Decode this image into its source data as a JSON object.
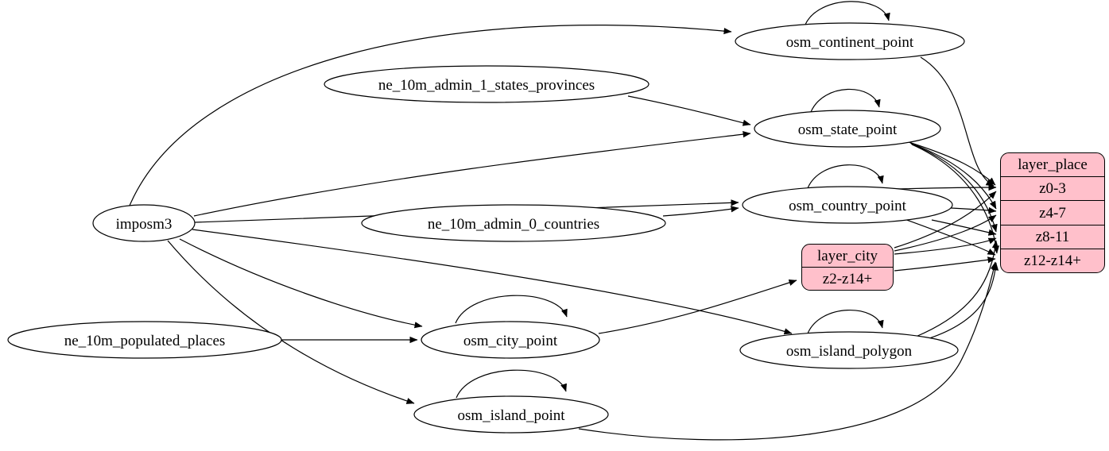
{
  "diagram": {
    "type": "etl-graph",
    "colors": {
      "background": "#FFFFFF",
      "edge_stroke": "#000000",
      "ellipse_fill": "#FFFFFF",
      "record_fill": "#FFC0CB"
    },
    "nodes": {
      "imposm3": {
        "label": "imposm3"
      },
      "ne_10m_populated_places": {
        "label": "ne_10m_populated_places"
      },
      "ne_10m_admin_1_states_provinces": {
        "label": "ne_10m_admin_1_states_provinces"
      },
      "ne_10m_admin_0_countries": {
        "label": "ne_10m_admin_0_countries"
      },
      "osm_continent_point": {
        "label": "osm_continent_point"
      },
      "osm_state_point": {
        "label": "osm_state_point"
      },
      "osm_country_point": {
        "label": "osm_country_point"
      },
      "osm_city_point": {
        "label": "osm_city_point"
      },
      "osm_island_polygon": {
        "label": "osm_island_polygon"
      },
      "osm_island_point": {
        "label": "osm_island_point"
      }
    },
    "records": {
      "layer_city": {
        "title": "layer_city",
        "rows": [
          "z2-z14+"
        ]
      },
      "layer_place": {
        "title": "layer_place",
        "rows": [
          "z0-3",
          "z4-7",
          "z8-11",
          "z12-z14+"
        ]
      }
    },
    "edges": [
      {
        "from": "imposm3",
        "to": "osm_continent_point"
      },
      {
        "from": "imposm3",
        "to": "osm_state_point"
      },
      {
        "from": "imposm3",
        "to": "osm_country_point"
      },
      {
        "from": "imposm3",
        "to": "osm_city_point"
      },
      {
        "from": "imposm3",
        "to": "osm_island_polygon"
      },
      {
        "from": "imposm3",
        "to": "osm_island_point"
      },
      {
        "from": "ne_10m_admin_1_states_provinces",
        "to": "osm_state_point"
      },
      {
        "from": "ne_10m_admin_0_countries",
        "to": "osm_country_point"
      },
      {
        "from": "ne_10m_populated_places",
        "to": "osm_city_point"
      },
      {
        "from": "osm_continent_point",
        "to": "osm_continent_point"
      },
      {
        "from": "osm_state_point",
        "to": "osm_state_point"
      },
      {
        "from": "osm_country_point",
        "to": "osm_country_point"
      },
      {
        "from": "osm_city_point",
        "to": "osm_city_point"
      },
      {
        "from": "osm_island_polygon",
        "to": "osm_island_polygon"
      },
      {
        "from": "osm_island_point",
        "to": "osm_island_point"
      },
      {
        "from": "osm_continent_point",
        "to": "layer_place:z0-3"
      },
      {
        "from": "osm_state_point",
        "to": "layer_place:z0-3"
      },
      {
        "from": "osm_state_point",
        "to": "layer_place:z4-7"
      },
      {
        "from": "osm_state_point",
        "to": "layer_place:z8-11"
      },
      {
        "from": "osm_state_point",
        "to": "layer_place:z12-z14+"
      },
      {
        "from": "osm_country_point",
        "to": "layer_place:z0-3"
      },
      {
        "from": "osm_country_point",
        "to": "layer_place:z4-7"
      },
      {
        "from": "osm_country_point",
        "to": "layer_place:z8-11"
      },
      {
        "from": "osm_country_point",
        "to": "layer_place:z12-z14+"
      },
      {
        "from": "osm_city_point",
        "to": "layer_city:z2-z14+"
      },
      {
        "from": "layer_city",
        "to": "layer_place:z0-3"
      },
      {
        "from": "layer_city",
        "to": "layer_place:z4-7"
      },
      {
        "from": "layer_city",
        "to": "layer_place:z8-11"
      },
      {
        "from": "layer_city",
        "to": "layer_place:z12-z14+"
      },
      {
        "from": "osm_island_polygon",
        "to": "layer_place:z8-11"
      },
      {
        "from": "osm_island_polygon",
        "to": "layer_place:z12-z14+"
      },
      {
        "from": "osm_island_point",
        "to": "layer_place:z12-z14+"
      }
    ]
  }
}
